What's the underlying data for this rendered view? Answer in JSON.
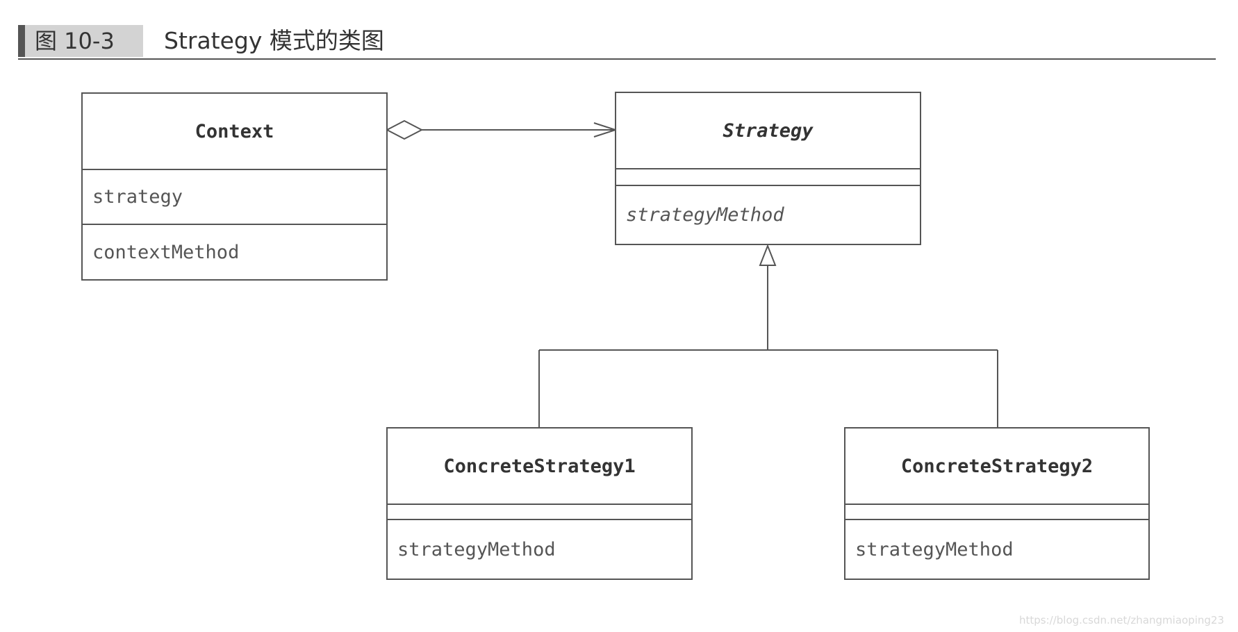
{
  "figure": {
    "label": "图 10-3",
    "title": "Strategy 模式的类图"
  },
  "classes": {
    "context": {
      "name": "Context",
      "fields": [
        "strategy"
      ],
      "methods": [
        "contextMethod"
      ]
    },
    "strategy": {
      "name": "Strategy",
      "abstract": true,
      "fields": [],
      "methods": [
        "strategyMethod"
      ]
    },
    "concrete1": {
      "name": "ConcreteStrategy1",
      "fields": [],
      "methods": [
        "strategyMethod"
      ]
    },
    "concrete2": {
      "name": "ConcreteStrategy2",
      "fields": [],
      "methods": [
        "strategyMethod"
      ]
    }
  },
  "relations": [
    {
      "type": "aggregation",
      "from": "Context",
      "to": "Strategy"
    },
    {
      "type": "generalization",
      "from": "ConcreteStrategy1",
      "to": "Strategy"
    },
    {
      "type": "generalization",
      "from": "ConcreteStrategy2",
      "to": "Strategy"
    }
  ],
  "watermark": "https://blog.csdn.net/zhangmiaoping23"
}
